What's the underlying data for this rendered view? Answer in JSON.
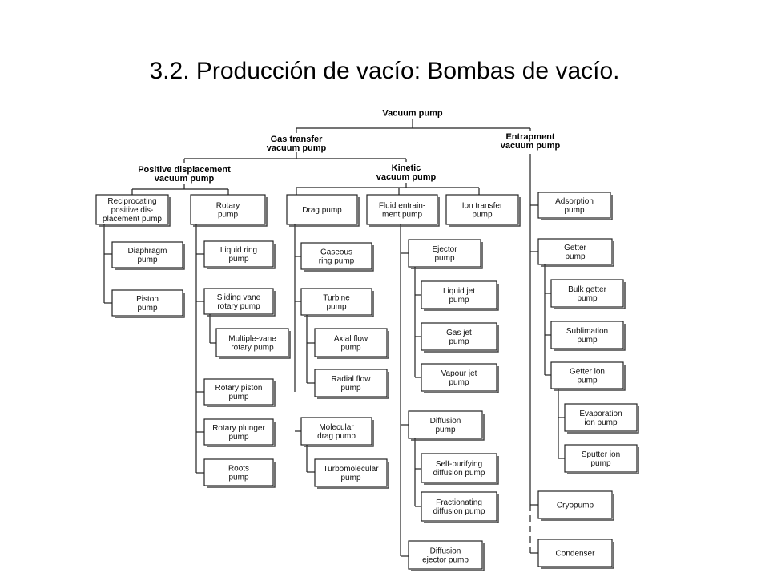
{
  "title": "3.2. Producción de vacío: Bombas de vacío.",
  "tree": {
    "root": "Vacuum pump",
    "gas_transfer": [
      "Gas transfer",
      "vacuum pump"
    ],
    "entrapment": [
      "Entrapment",
      "vacuum pump"
    ],
    "positive_displacement": [
      "Positive displacement",
      "vacuum pump"
    ],
    "kinetic": [
      "Kinetic",
      "vacuum pump"
    ],
    "boxes": {
      "reciprocating": [
        "Reciprocating",
        "positive dis-",
        "placement pump"
      ],
      "diaphragm": [
        "Diaphragm",
        "pump"
      ],
      "piston": [
        "Piston",
        "pump"
      ],
      "rotary": [
        "Rotary",
        "pump"
      ],
      "liquid_ring": [
        "Liquid ring",
        "pump"
      ],
      "sliding_vane": [
        "Sliding vane",
        "rotary pump"
      ],
      "multiple_vane": [
        "Multiple-vane",
        "rotary pump"
      ],
      "rotary_piston": [
        "Rotary piston",
        "pump"
      ],
      "rotary_plunger": [
        "Rotary plunger",
        "pump"
      ],
      "roots": [
        "Roots",
        "pump"
      ],
      "drag": [
        "Drag pump"
      ],
      "gaseous_ring": [
        "Gaseous",
        "ring pump"
      ],
      "turbine": [
        "Turbine",
        "pump"
      ],
      "axial_flow": [
        "Axial flow",
        "pump"
      ],
      "radial_flow": [
        "Radial flow",
        "pump"
      ],
      "molecular_drag": [
        "Molecular",
        "drag pump"
      ],
      "turbomolecular": [
        "Turbomolecular",
        "pump"
      ],
      "fluid_entrainment": [
        "Fluid entrain-",
        "ment pump"
      ],
      "ejector": [
        "Ejector",
        "pump"
      ],
      "liquid_jet": [
        "Liquid jet",
        "pump"
      ],
      "gas_jet": [
        "Gas jet",
        "pump"
      ],
      "vapour_jet": [
        "Vapour jet",
        "pump"
      ],
      "diffusion": [
        "Diffusion",
        "pump"
      ],
      "self_purifying": [
        "Self-purifying",
        "diffusion pump"
      ],
      "fractionating": [
        "Fractionating",
        "diffusion pump"
      ],
      "diffusion_ejector": [
        "Diffusion",
        "ejector pump"
      ],
      "ion_transfer": [
        "Ion transfer",
        "pump"
      ],
      "adsorption": [
        "Adsorption",
        "pump"
      ],
      "getter": [
        "Getter",
        "pump"
      ],
      "bulk_getter": [
        "Bulk getter",
        "pump"
      ],
      "sublimation": [
        "Sublimation",
        "pump"
      ],
      "getter_ion": [
        "Getter ion",
        "pump"
      ],
      "evaporation_ion": [
        "Evaporation",
        "ion pump"
      ],
      "sputter_ion": [
        "Sputter ion",
        "pump"
      ],
      "cryopump": [
        "Cryopump"
      ],
      "condenser": [
        "Condenser"
      ]
    }
  }
}
